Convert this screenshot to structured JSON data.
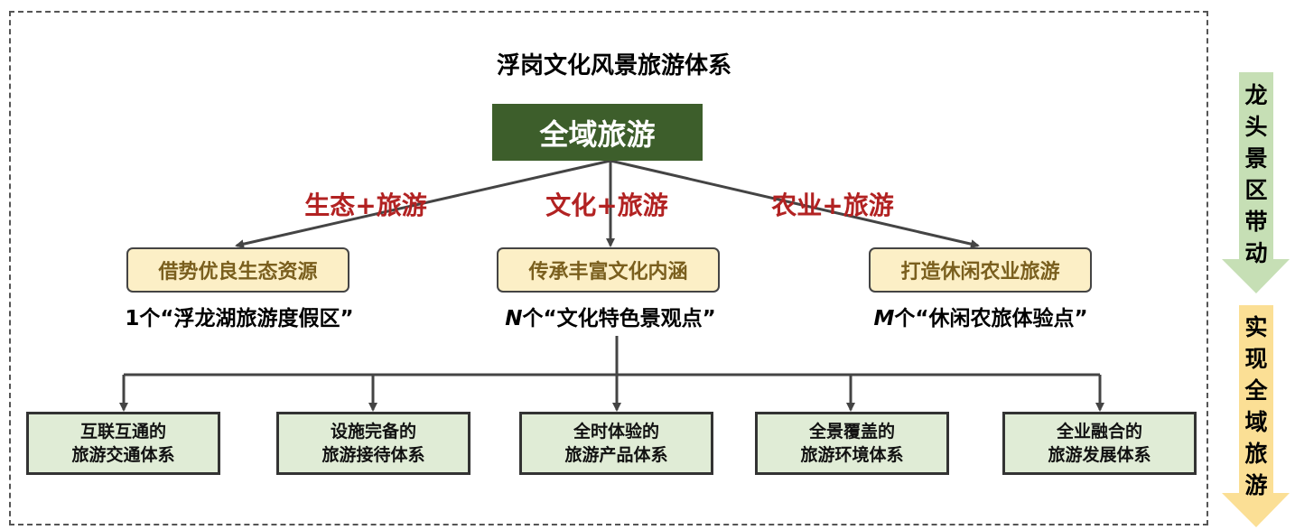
{
  "title": "浮岗文化风景旅游体系",
  "core": "全域旅游",
  "branches": [
    {
      "label": "生态+旅游",
      "box": "借势优良生态资源",
      "cap_prefix": "1",
      "cap_text": "个“浮龙湖旅游度假区”"
    },
    {
      "label": "文化+旅游",
      "box": "传承丰富文化内涵",
      "cap_prefix": "N",
      "cap_text": "个“文化特色景观点”"
    },
    {
      "label": "农业+旅游",
      "box": "打造休闲农业旅游",
      "cap_prefix": "M",
      "cap_text": "个“休闲农旅体验点”"
    }
  ],
  "systems": [
    {
      "line1": "互联互通的",
      "line2": "旅游交通体系"
    },
    {
      "line1": "设施完备的",
      "line2": "旅游接待体系"
    },
    {
      "line1": "全时体验的",
      "line2": "旅游产品体系"
    },
    {
      "line1": "全景覆盖的",
      "line2": "旅游环境体系"
    },
    {
      "line1": "全业融合的",
      "line2": "旅游发展体系"
    }
  ],
  "side_arrows": [
    {
      "text": "龙头景区带动",
      "color": "#c6dfb5"
    },
    {
      "text": "实现全域旅游",
      "color": "#fbdf95"
    }
  ]
}
